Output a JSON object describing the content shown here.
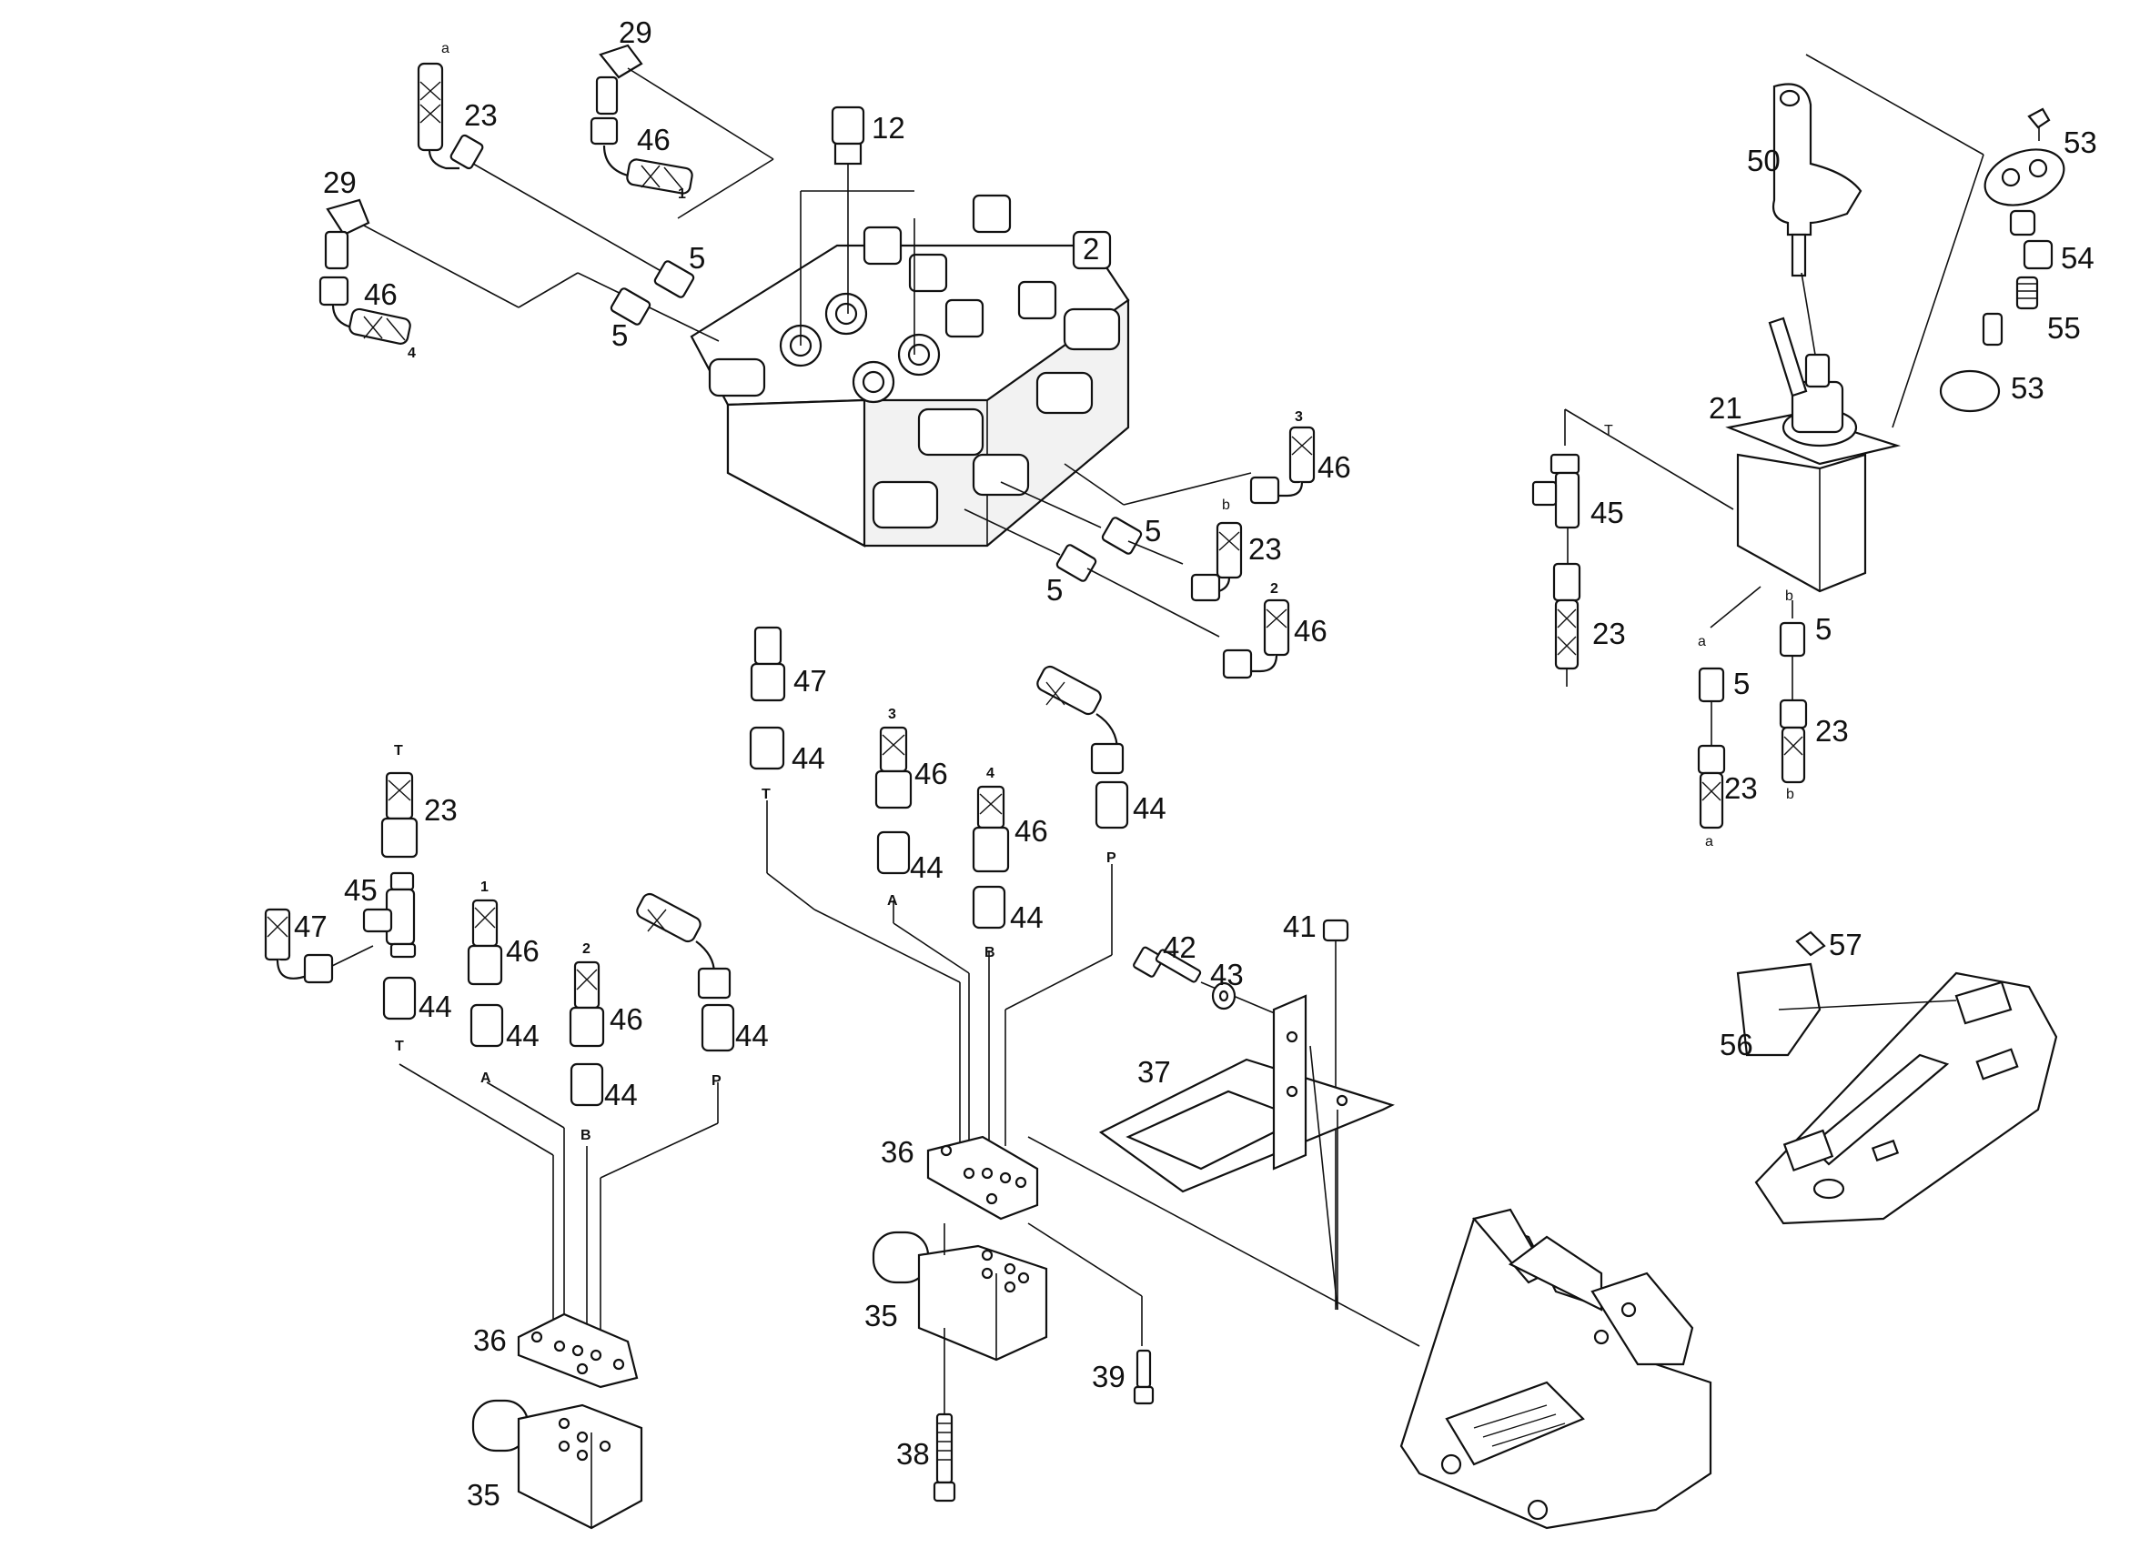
{
  "diagram": {
    "callouts": {
      "c29a": "29",
      "c23a": "23",
      "c46a": "46",
      "c29b": "29",
      "c46b": "46",
      "c5a": "5",
      "c5b": "5",
      "c12": "12",
      "c2": "2",
      "c46c": "46",
      "c5c": "5",
      "c23b": "23",
      "c5d": "5",
      "c46d": "46",
      "c50": "50",
      "c53a": "53",
      "c54": "54",
      "c55": "55",
      "c53b": "53",
      "c21": "21",
      "c45a": "45",
      "c23c": "23",
      "c5e": "5",
      "c5f": "5",
      "c23d": "23",
      "c23e": "23",
      "c47a": "47",
      "c44a": "44",
      "c46e": "46",
      "c46f": "46",
      "c44b": "44",
      "c44c": "44",
      "c44d": "44",
      "c23f": "23",
      "c45b": "45",
      "c47b": "47",
      "c46g": "46",
      "c46h": "46",
      "c44e": "44",
      "c44f": "44",
      "c44g": "44",
      "c44h": "44",
      "c36a": "36",
      "c35a": "35",
      "c36b": "36",
      "c35b": "35",
      "c38": "38",
      "c39": "39",
      "c42": "42",
      "c43": "43",
      "c41": "41",
      "c37": "37",
      "c57": "57",
      "c56": "56"
    },
    "port_marks": {
      "a1": "a",
      "n1": "1",
      "n4": "4",
      "n3": "3",
      "b1": "b",
      "n2": "2",
      "T1": "T",
      "b2": "b",
      "a2": "a",
      "a3": "a",
      "b3": "b",
      "T2": "T",
      "A1": "A",
      "B1": "B",
      "P1": "P",
      "n3b": "3",
      "n4b": "4",
      "T3": "T",
      "n1b": "1",
      "n2b": "2",
      "T4": "T",
      "A2": "A",
      "B2": "B",
      "P2": "P"
    }
  }
}
